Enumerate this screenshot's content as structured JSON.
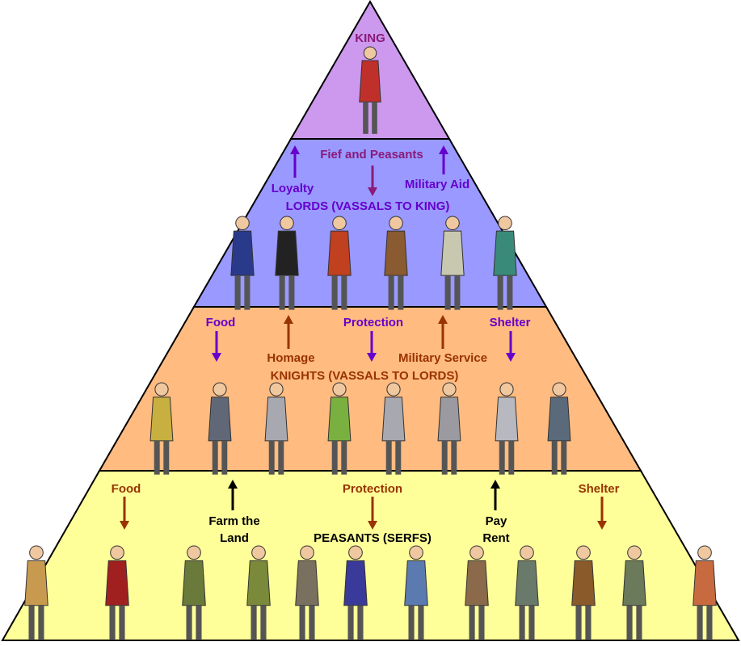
{
  "tiers": {
    "king": {
      "title": "KING",
      "color": "#cc99ee"
    },
    "lords": {
      "title": "LORDS (VASSALS TO KING)",
      "color": "#9999ff",
      "receives_from_above": "Fief and Peasants",
      "gives_up": [
        "Loyalty",
        "Military Aid"
      ]
    },
    "knights": {
      "title": "KNIGHTS (VASSALS TO LORDS)",
      "color": "#ffbb80",
      "receives_from_above": [
        "Food",
        "Protection",
        "Shelter"
      ],
      "gives_up": [
        "Homage",
        "Military Service"
      ]
    },
    "peasants": {
      "title": "PEASANTS (SERFS)",
      "color": "#ffff99",
      "receives_from_above": [
        "Food",
        "Protection",
        "Shelter"
      ],
      "gives_up": [
        [
          "Farm the",
          "Land"
        ],
        [
          "Pay",
          "Rent"
        ]
      ]
    }
  },
  "colors": {
    "purple": "#6600cc",
    "magenta": "#8b1a7a",
    "brown": "#993300",
    "black": "#000000"
  }
}
